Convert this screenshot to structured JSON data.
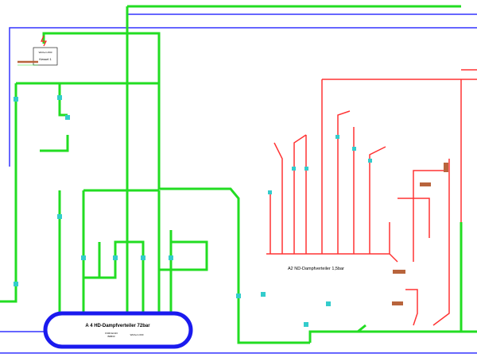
{
  "colors": {
    "hd_steam": "#22dd22",
    "nd_steam": "#ff3333",
    "header": "#1a1aee",
    "water": "#3333ff",
    "valve": "#33cccc",
    "boiler_pipe": "#b8643c"
  },
  "boiler": {
    "label": "Kessel 1",
    "tag": "Wichern 800"
  },
  "hd_header": {
    "label": "A 4 HD-Dampfverteiler 72bar",
    "sub1": "K300 Ein33",
    "sub2": "B0B33",
    "tag": "Wichern 000"
  },
  "nd_header": {
    "label": "A2 ND-Dampfverteiler 1,5bar"
  }
}
